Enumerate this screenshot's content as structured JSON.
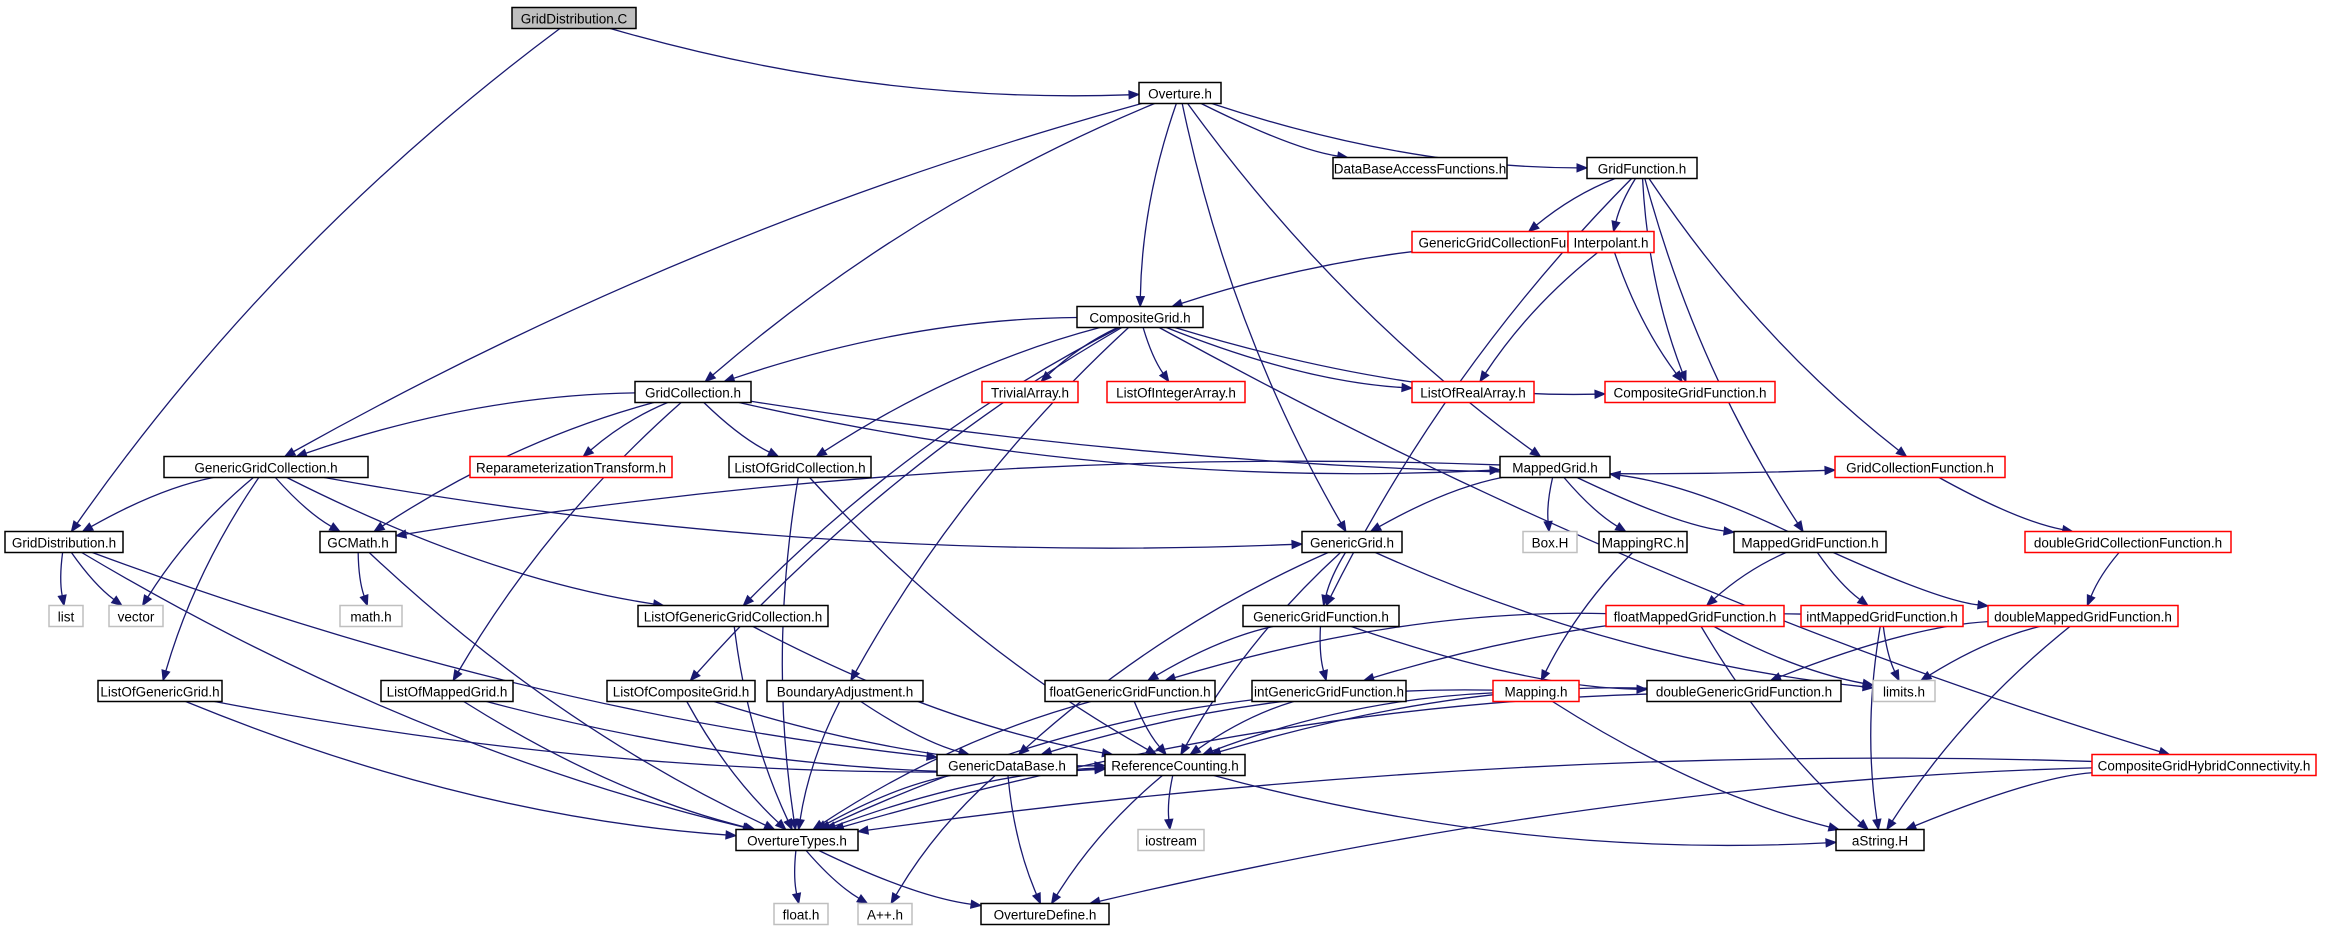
{
  "graph_title": "",
  "colors": {
    "edge": "#191970",
    "border_default": "#000000",
    "border_incomplete": "#ff0000",
    "border_system": "#bfbfbf",
    "root_fill": "#bfbfbf"
  },
  "nodes": [
    {
      "id": "n0",
      "label": "GridDistribution.C",
      "kind": "root"
    },
    {
      "id": "n1",
      "label": "Overture.h",
      "kind": "normal"
    },
    {
      "id": "n2",
      "label": "DataBaseAccessFunctions.h",
      "kind": "normal"
    },
    {
      "id": "n3",
      "label": "GridFunction.h",
      "kind": "normal"
    },
    {
      "id": "n4",
      "label": "GenericGridCollectionFunction.h",
      "kind": "incomplete"
    },
    {
      "id": "n5",
      "label": "Interpolant.h",
      "kind": "incomplete"
    },
    {
      "id": "n6",
      "label": "CompositeGrid.h",
      "kind": "normal"
    },
    {
      "id": "n7",
      "label": "GridCollection.h",
      "kind": "normal"
    },
    {
      "id": "n8",
      "label": "TrivialArray.h",
      "kind": "incomplete"
    },
    {
      "id": "n9",
      "label": "ListOfIntegerArray.h",
      "kind": "incomplete"
    },
    {
      "id": "n10",
      "label": "ListOfRealArray.h",
      "kind": "incomplete"
    },
    {
      "id": "n11",
      "label": "CompositeGridFunction.h",
      "kind": "incomplete"
    },
    {
      "id": "n12",
      "label": "GenericGridCollection.h",
      "kind": "normal"
    },
    {
      "id": "n13",
      "label": "ReparameterizationTransform.h",
      "kind": "incomplete"
    },
    {
      "id": "n14",
      "label": "ListOfGridCollection.h",
      "kind": "normal"
    },
    {
      "id": "n15",
      "label": "MappedGrid.h",
      "kind": "normal"
    },
    {
      "id": "n16",
      "label": "GridCollectionFunction.h",
      "kind": "incomplete"
    },
    {
      "id": "n17",
      "label": "GridDistribution.h",
      "kind": "normal"
    },
    {
      "id": "n18",
      "label": "GCMath.h",
      "kind": "normal"
    },
    {
      "id": "n19",
      "label": "GenericGrid.h",
      "kind": "normal"
    },
    {
      "id": "n20",
      "label": "Box.H",
      "kind": "system"
    },
    {
      "id": "n21",
      "label": "MappingRC.h",
      "kind": "normal"
    },
    {
      "id": "n22",
      "label": "MappedGridFunction.h",
      "kind": "normal"
    },
    {
      "id": "n23",
      "label": "doubleGridCollectionFunction.h",
      "kind": "incomplete"
    },
    {
      "id": "n24",
      "label": "list",
      "kind": "system"
    },
    {
      "id": "n25",
      "label": "vector",
      "kind": "system"
    },
    {
      "id": "n26",
      "label": "math.h",
      "kind": "system"
    },
    {
      "id": "n27",
      "label": "ListOfGenericGridCollection.h",
      "kind": "normal"
    },
    {
      "id": "n28",
      "label": "GenericGridFunction.h",
      "kind": "normal"
    },
    {
      "id": "n29",
      "label": "floatMappedGridFunction.h",
      "kind": "incomplete"
    },
    {
      "id": "n30",
      "label": "intMappedGridFunction.h",
      "kind": "incomplete"
    },
    {
      "id": "n31",
      "label": "doubleMappedGridFunction.h",
      "kind": "incomplete"
    },
    {
      "id": "n32",
      "label": "ListOfGenericGrid.h",
      "kind": "normal"
    },
    {
      "id": "n33",
      "label": "ListOfMappedGrid.h",
      "kind": "normal"
    },
    {
      "id": "n34",
      "label": "ListOfCompositeGrid.h",
      "kind": "normal"
    },
    {
      "id": "n35",
      "label": "BoundaryAdjustment.h",
      "kind": "normal"
    },
    {
      "id": "n36",
      "label": "floatGenericGridFunction.h",
      "kind": "normal"
    },
    {
      "id": "n37",
      "label": "intGenericGridFunction.h",
      "kind": "normal"
    },
    {
      "id": "n38",
      "label": "Mapping.h",
      "kind": "incomplete"
    },
    {
      "id": "n39",
      "label": "doubleGenericGridFunction.h",
      "kind": "normal"
    },
    {
      "id": "n40",
      "label": "limits.h",
      "kind": "system"
    },
    {
      "id": "n41",
      "label": "GenericDataBase.h",
      "kind": "normal"
    },
    {
      "id": "n42",
      "label": "ReferenceCounting.h",
      "kind": "normal"
    },
    {
      "id": "n43",
      "label": "CompositeGridHybridConnectivity.h",
      "kind": "incomplete"
    },
    {
      "id": "n44",
      "label": "OvertureTypes.h",
      "kind": "normal"
    },
    {
      "id": "n45",
      "label": "iostream",
      "kind": "system"
    },
    {
      "id": "n46",
      "label": "aString.H",
      "kind": "normal"
    },
    {
      "id": "n47",
      "label": "float.h",
      "kind": "system"
    },
    {
      "id": "n48",
      "label": "A++.h",
      "kind": "system"
    },
    {
      "id": "n49",
      "label": "OvertureDefine.h",
      "kind": "normal"
    }
  ],
  "edges": [
    [
      "n0",
      "n1"
    ],
    [
      "n0",
      "n17"
    ],
    [
      "n1",
      "n2"
    ],
    [
      "n1",
      "n3"
    ],
    [
      "n1",
      "n6"
    ],
    [
      "n1",
      "n7"
    ],
    [
      "n1",
      "n12"
    ],
    [
      "n1",
      "n15"
    ],
    [
      "n1",
      "n19"
    ],
    [
      "n3",
      "n4"
    ],
    [
      "n3",
      "n5"
    ],
    [
      "n3",
      "n11"
    ],
    [
      "n3",
      "n16"
    ],
    [
      "n3",
      "n22"
    ],
    [
      "n3",
      "n28"
    ],
    [
      "n5",
      "n6"
    ],
    [
      "n5",
      "n10"
    ],
    [
      "n5",
      "n11"
    ],
    [
      "n6",
      "n7"
    ],
    [
      "n6",
      "n8"
    ],
    [
      "n6",
      "n9"
    ],
    [
      "n6",
      "n10"
    ],
    [
      "n6",
      "n11"
    ],
    [
      "n6",
      "n14"
    ],
    [
      "n6",
      "n27"
    ],
    [
      "n6",
      "n34"
    ],
    [
      "n6",
      "n35"
    ],
    [
      "n6",
      "n43"
    ],
    [
      "n7",
      "n12"
    ],
    [
      "n7",
      "n13"
    ],
    [
      "n7",
      "n14"
    ],
    [
      "n7",
      "n15"
    ],
    [
      "n7",
      "n16"
    ],
    [
      "n7",
      "n18"
    ],
    [
      "n7",
      "n33"
    ],
    [
      "n12",
      "n17"
    ],
    [
      "n12",
      "n18"
    ],
    [
      "n12",
      "n19"
    ],
    [
      "n12",
      "n25"
    ],
    [
      "n12",
      "n27"
    ],
    [
      "n12",
      "n32"
    ],
    [
      "n14",
      "n42"
    ],
    [
      "n14",
      "n44"
    ],
    [
      "n15",
      "n18"
    ],
    [
      "n15",
      "n19"
    ],
    [
      "n15",
      "n20"
    ],
    [
      "n15",
      "n21"
    ],
    [
      "n15",
      "n22"
    ],
    [
      "n16",
      "n23"
    ],
    [
      "n23",
      "n31"
    ],
    [
      "n17",
      "n24"
    ],
    [
      "n17",
      "n25"
    ],
    [
      "n17",
      "n41"
    ],
    [
      "n17",
      "n44"
    ],
    [
      "n18",
      "n26"
    ],
    [
      "n18",
      "n44"
    ],
    [
      "n19",
      "n28"
    ],
    [
      "n19",
      "n40"
    ],
    [
      "n19",
      "n41"
    ],
    [
      "n19",
      "n42"
    ],
    [
      "n21",
      "n38"
    ],
    [
      "n22",
      "n15"
    ],
    [
      "n22",
      "n29"
    ],
    [
      "n22",
      "n30"
    ],
    [
      "n22",
      "n31"
    ],
    [
      "n27",
      "n42"
    ],
    [
      "n27",
      "n44"
    ],
    [
      "n28",
      "n36"
    ],
    [
      "n28",
      "n37"
    ],
    [
      "n28",
      "n39"
    ],
    [
      "n29",
      "n36"
    ],
    [
      "n29",
      "n40"
    ],
    [
      "n29",
      "n46"
    ],
    [
      "n30",
      "n37"
    ],
    [
      "n30",
      "n40"
    ],
    [
      "n30",
      "n46"
    ],
    [
      "n31",
      "n39"
    ],
    [
      "n31",
      "n40"
    ],
    [
      "n31",
      "n46"
    ],
    [
      "n32",
      "n42"
    ],
    [
      "n32",
      "n44"
    ],
    [
      "n33",
      "n42"
    ],
    [
      "n33",
      "n44"
    ],
    [
      "n34",
      "n42"
    ],
    [
      "n34",
      "n44"
    ],
    [
      "n35",
      "n41"
    ],
    [
      "n35",
      "n44"
    ],
    [
      "n36",
      "n42"
    ],
    [
      "n36",
      "n44"
    ],
    [
      "n37",
      "n42"
    ],
    [
      "n37",
      "n44"
    ],
    [
      "n38",
      "n41"
    ],
    [
      "n38",
      "n42"
    ],
    [
      "n38",
      "n46"
    ],
    [
      "n39",
      "n42"
    ],
    [
      "n39",
      "n44"
    ],
    [
      "n41",
      "n44"
    ],
    [
      "n41",
      "n48"
    ],
    [
      "n41",
      "n49"
    ],
    [
      "n42",
      "n44"
    ],
    [
      "n42",
      "n45"
    ],
    [
      "n42",
      "n46"
    ],
    [
      "n42",
      "n49"
    ],
    [
      "n43",
      "n44"
    ],
    [
      "n43",
      "n46"
    ],
    [
      "n43",
      "n49"
    ],
    [
      "n44",
      "n47"
    ],
    [
      "n44",
      "n48"
    ],
    [
      "n44",
      "n49"
    ]
  ]
}
